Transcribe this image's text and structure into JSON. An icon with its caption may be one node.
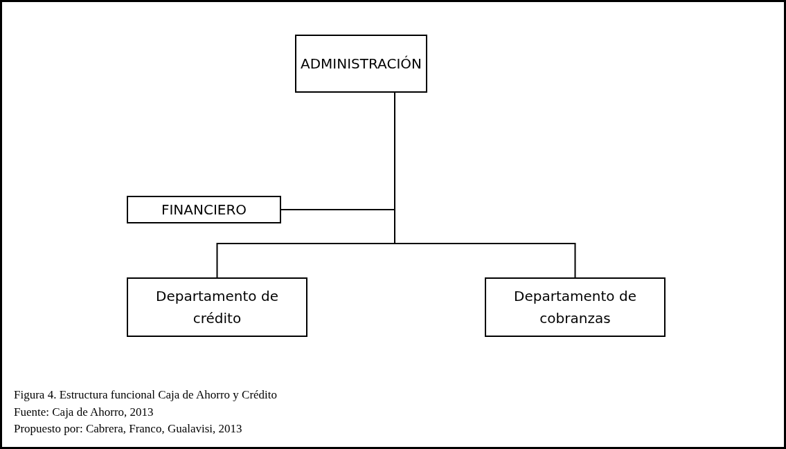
{
  "diagram": {
    "caption": "Figura 4. Estructura funcional Caja de Ahorro y Crédito",
    "nodes": [
      {
        "text": [
          "ADMINISTRACIÓN"
        ]
      },
      {
        "text": [
          "FINANCIERO"
        ]
      },
      {
        "text": [
          "Departamento de crédito"
        ]
      },
      {
        "text": [
          "Departamento de cobranzas"
        ]
      }
    ],
    "edges": [
      {
        "from": 0,
        "to": 1,
        "arrow": "none"
      },
      {
        "from": 0,
        "to": 2,
        "arrow": "none"
      },
      {
        "from": 0,
        "to": 3,
        "arrow": "none"
      }
    ],
    "labels": [
      "Fuente: Caja de Ahorro, 2013",
      "Propuesto por: Cabrera, Franco, Gualavisi, 2013"
    ]
  }
}
